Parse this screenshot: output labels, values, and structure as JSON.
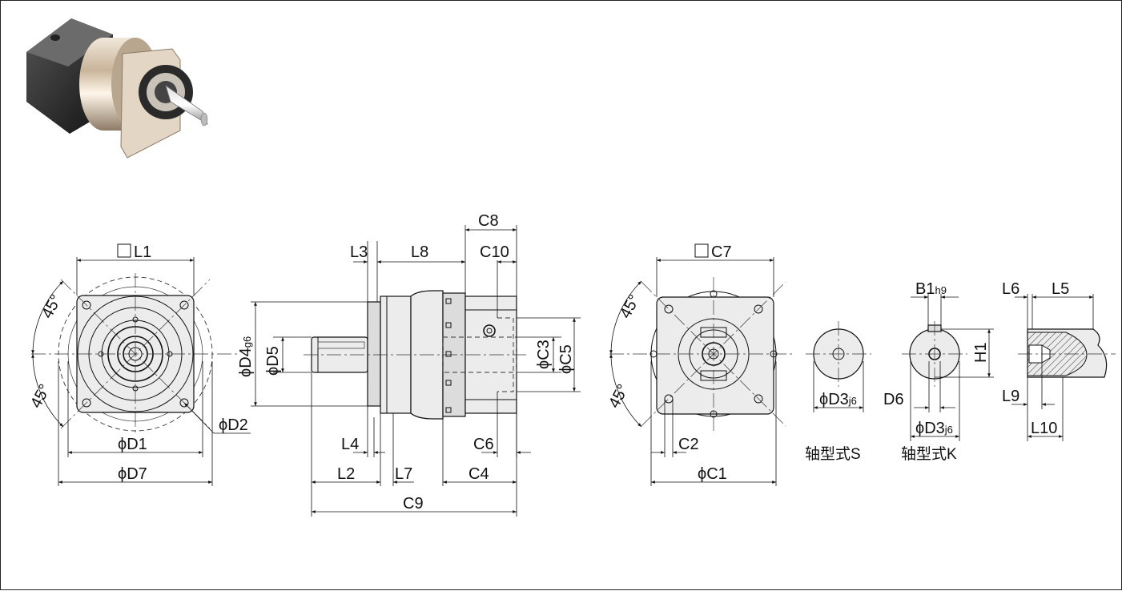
{
  "labels": {
    "L1": "L1",
    "D1": "D1",
    "D7": "D7",
    "D2": "D2",
    "ang1": "45°",
    "ang2": "45°",
    "ang3": "45°",
    "ang4": "45°",
    "L3": "L3",
    "L8": "L8",
    "C8": "C8",
    "C10": "C10",
    "D4": "D4",
    "D4_tol": "g6",
    "D5": "D5",
    "C3": "C3",
    "C5": "C5",
    "L4": "L4",
    "C6": "C6",
    "L2": "L2",
    "L7": "L7",
    "C4": "C4",
    "C9": "C9",
    "C7": "C7",
    "C2": "C2",
    "C1": "C1",
    "B1": "B1",
    "B1_tol": "h9",
    "H1": "H1",
    "D3a": "D3",
    "D3a_tol": "j6",
    "D3b": "D3",
    "D3b_tol": "j6",
    "D6": "D6",
    "L6": "L6",
    "L5": "L5",
    "L9": "L9",
    "L10": "L10"
  },
  "symbols": {
    "phi": "ϕ",
    "square": "□"
  },
  "captions": {
    "shaft_s": "轴型式S",
    "shaft_k": "轴型式K"
  },
  "colors": {
    "line": "#111111",
    "fill": "#ececec"
  }
}
